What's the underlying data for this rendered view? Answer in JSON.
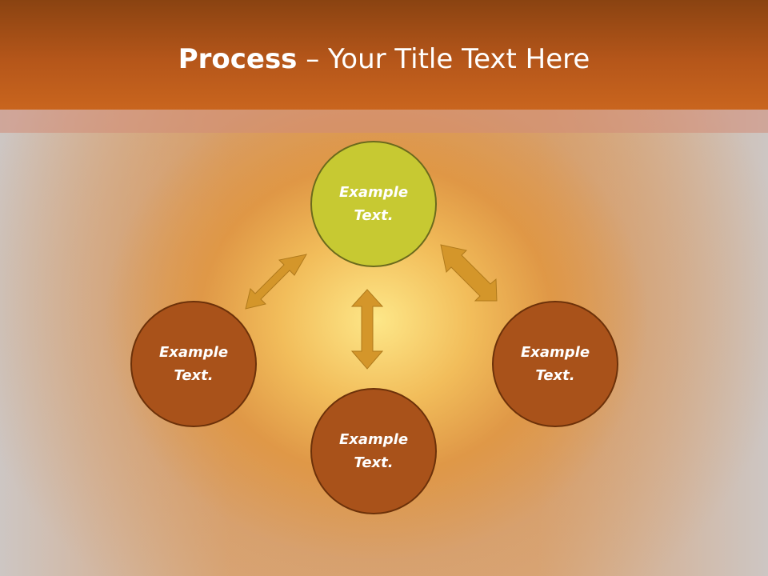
{
  "slide": {
    "title_bold": "Process",
    "title_rest": " – Your Title Text Here"
  },
  "diagram": {
    "nodes": [
      {
        "id": "top",
        "label": "Example Text.",
        "color": "#c7c932"
      },
      {
        "id": "left",
        "label": "Example Text.",
        "color": "#a9521a"
      },
      {
        "id": "right",
        "label": "Example Text.",
        "color": "#a9521a"
      },
      {
        "id": "bottom",
        "label": "Example Text.",
        "color": "#a9521a"
      }
    ],
    "arrow_color": "#d4962a",
    "header_color": "#b5561a"
  }
}
